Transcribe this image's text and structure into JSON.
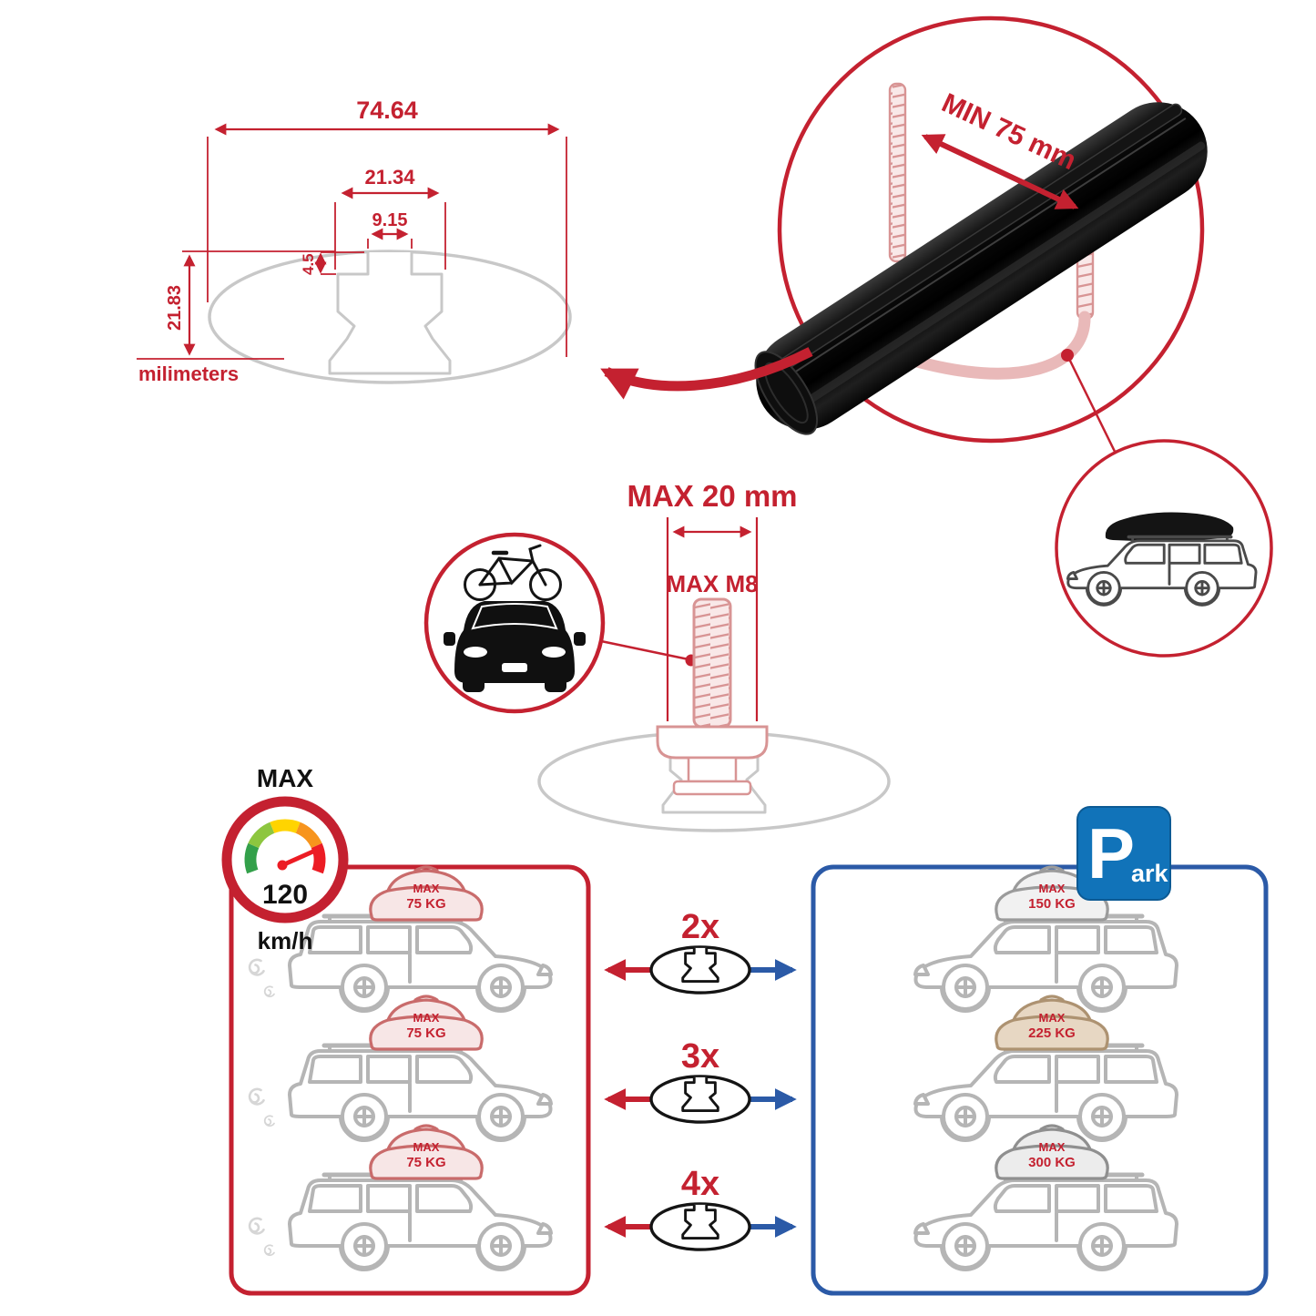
{
  "cross_section": {
    "total_width": "74.64",
    "channel_width": "21.34",
    "slot_width": "9.15",
    "slot_depth": "4.5",
    "height": "21.83",
    "units": "milimeters"
  },
  "clamp": {
    "min_span": "MIN 75 mm"
  },
  "bolt": {
    "max_length": "MAX 20 mm",
    "max_thread": "MAX M8"
  },
  "speed": {
    "label": "MAX",
    "value": "120",
    "units": "km/h"
  },
  "park": {
    "letter": "P",
    "suffix": "ark"
  },
  "colors": {
    "red": "#c42130",
    "blue": "#2b5aa7",
    "sign_blue": "#1173b9"
  },
  "rows": [
    {
      "qty": "2x",
      "bar_label": "MAX",
      "bar_weight": "75 KG",
      "total_label": "MAX",
      "total_weight": "150 KG"
    },
    {
      "qty": "3x",
      "bar_label": "MAX",
      "bar_weight": "75 KG",
      "total_label": "MAX",
      "total_weight": "225 KG"
    },
    {
      "qty": "4x",
      "bar_label": "MAX",
      "bar_weight": "75 KG",
      "total_label": "MAX",
      "total_weight": "300 KG"
    }
  ]
}
